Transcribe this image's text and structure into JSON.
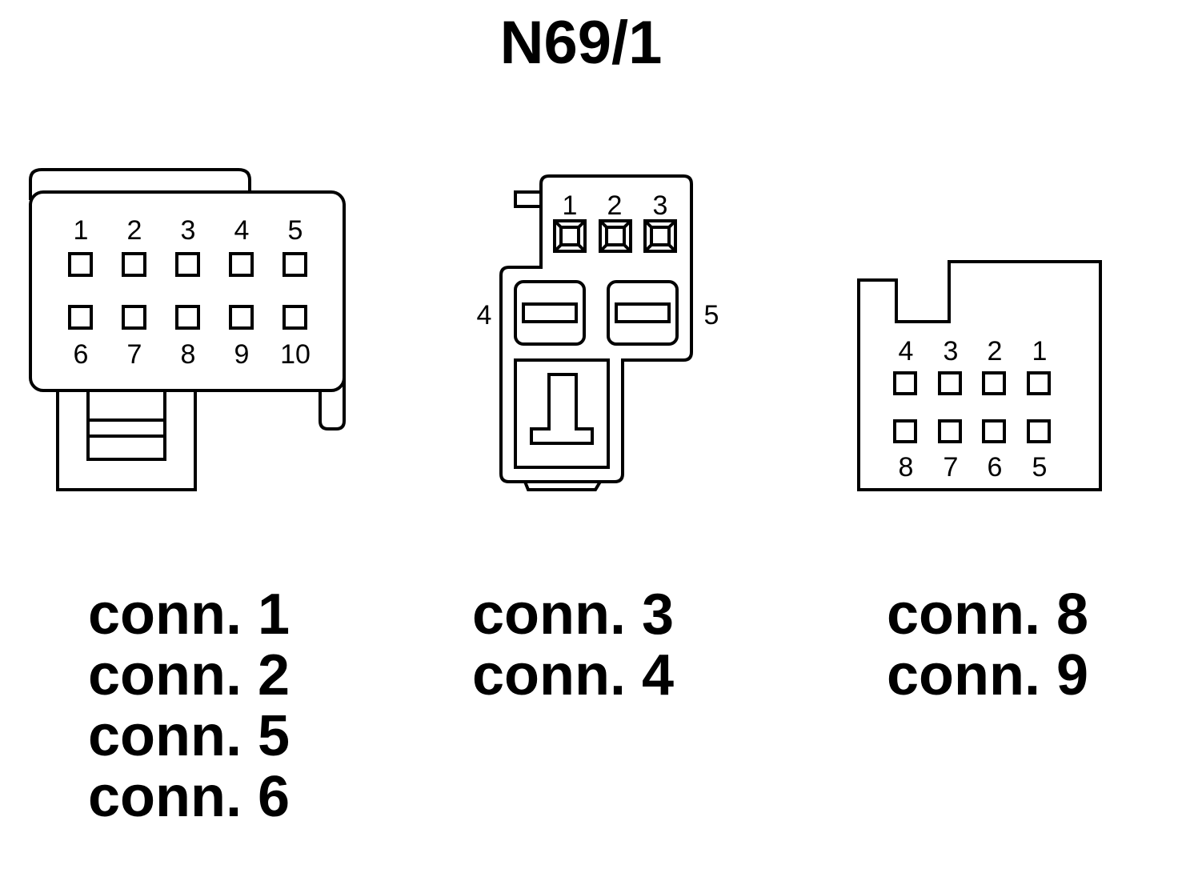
{
  "title": "N69/1",
  "connector_left": {
    "top_pins": [
      "1",
      "2",
      "3",
      "4",
      "5"
    ],
    "bottom_pins": [
      "6",
      "7",
      "8",
      "9",
      "10"
    ],
    "labels": [
      "conn. 1",
      "conn. 2",
      "conn. 5",
      "conn. 6"
    ]
  },
  "connector_middle": {
    "top_pins": [
      "1",
      "2",
      "3"
    ],
    "side_pins": [
      "4",
      "5"
    ],
    "labels": [
      "conn. 3",
      "conn. 4"
    ]
  },
  "connector_right": {
    "top_pins": [
      "4",
      "3",
      "2",
      "1"
    ],
    "bottom_pins": [
      "8",
      "7",
      "6",
      "5"
    ],
    "labels": [
      "conn. 8",
      "conn. 9"
    ]
  }
}
